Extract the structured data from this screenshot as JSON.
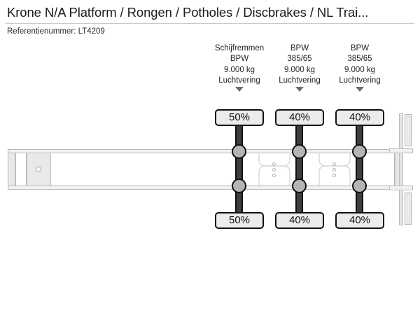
{
  "header": {
    "title": "Krone N/A Platform / Rongen / Potholes / Discbrakes / NL Trai...",
    "reference_label": "Referentienummer: LT4209"
  },
  "axles": [
    {
      "id": "axle-1",
      "spec_lines": [
        "Schijfremmen",
        "BPW",
        "9.000 kg",
        "Luchtvering"
      ],
      "brake_type": "Schijfremmen",
      "brand": "BPW",
      "capacity": "9.000 kg",
      "suspension": "Luchtvering",
      "tyre_top": "50%",
      "tyre_bottom": "50%",
      "marker": "down-arrow"
    },
    {
      "id": "axle-2",
      "spec_lines": [
        "BPW",
        "385/65",
        "9.000 kg",
        "Luchtvering"
      ],
      "brand": "BPW",
      "tyre_size": "385/65",
      "capacity": "9.000 kg",
      "suspension": "Luchtvering",
      "tyre_top": "40%",
      "tyre_bottom": "40%",
      "marker": "down-arrow"
    },
    {
      "id": "axle-3",
      "spec_lines": [
        "BPW",
        "385/65",
        "9.000 kg",
        "Luchtvering"
      ],
      "brand": "BPW",
      "tyre_size": "385/65",
      "capacity": "9.000 kg",
      "suspension": "Luchtvering",
      "tyre_top": "40%",
      "tyre_bottom": "40%",
      "marker": "down-arrow"
    }
  ],
  "diagram": {
    "name": "trailer-side-schematic",
    "colors": {
      "axle_dark": "#3e3e3e",
      "outline": "#111111",
      "wheel_fill": "#b4b4b4",
      "chassis_fill": "#f1f1f1",
      "chassis_stroke": "#b8b8b8",
      "badge_fill": "#ececec"
    }
  }
}
